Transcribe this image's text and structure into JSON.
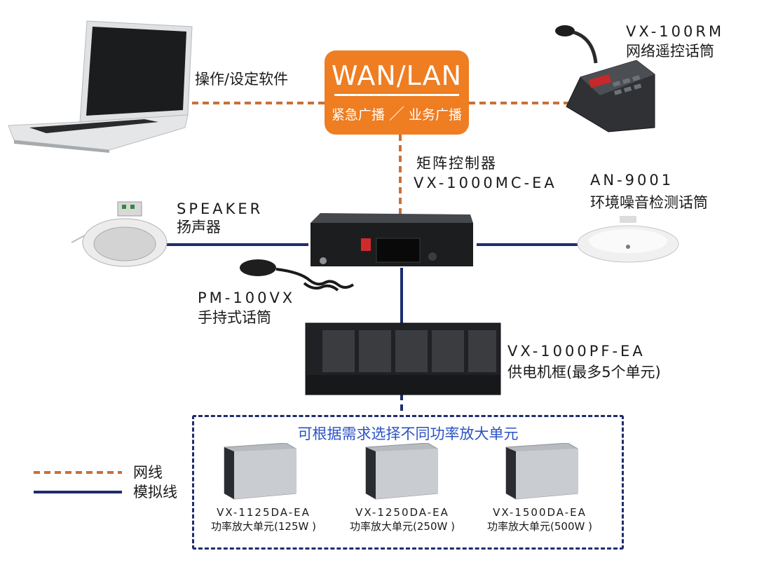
{
  "network": {
    "title": "WAN/LAN",
    "subtitle_left": "紧急广播",
    "subtitle_right": "业务广播"
  },
  "laptop": {
    "label": "操作/设定软件"
  },
  "remote_mic": {
    "model": "VX-100RM",
    "name": "网络遥控话筒"
  },
  "controller": {
    "name": "矩阵控制器",
    "model": "VX-1000MC-EA"
  },
  "ambient_mic": {
    "model": "AN-9001",
    "name": "环境噪音检测话筒"
  },
  "speaker": {
    "model": "SPEAKER",
    "name": "扬声器"
  },
  "handheld_mic": {
    "model": "PM-100VX",
    "name": "手持式话筒"
  },
  "power_frame": {
    "model": "VX-1000PF-EA",
    "name": "供电机框(最多5个单元)"
  },
  "amplifiers": {
    "title": "可根据需求选择不同功率放大单元",
    "units": [
      {
        "model": "VX-1125DA-EA",
        "desc": "功率放大单元(125W )"
      },
      {
        "model": "VX-1250DA-EA",
        "desc": "功率放大单元(250W )"
      },
      {
        "model": "VX-1500DA-EA",
        "desc": "功率放大单元(500W )"
      }
    ]
  },
  "legend": {
    "network_line": "网线",
    "analog_line": "模拟线"
  },
  "colors": {
    "network_line": "#c8703a",
    "analog_line": "#1f2d6e",
    "wan_box": "#ef7d22",
    "amp_title": "#2b52c4"
  }
}
